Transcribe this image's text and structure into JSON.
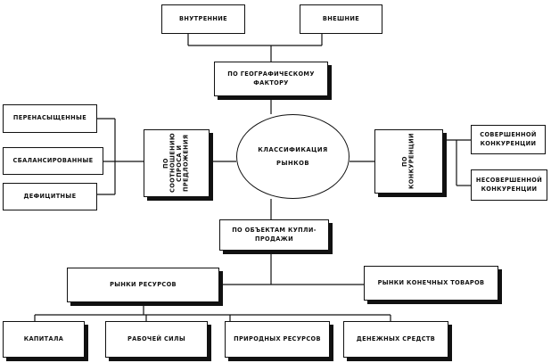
{
  "center": {
    "line1": "КЛАССИФИКАЦИЯ",
    "line2": "РЫНКОВ"
  },
  "top_boxes": {
    "internal": "ВНУТРЕННИЕ",
    "external": "ВНЕШНИЕ",
    "geography": "ПО ГЕОГРАФИЧЕСКОМУ ФАКТОРУ"
  },
  "left_boxes": {
    "supply_demand": "ПО СООТНОШЕНИЮ СПРОСА И ПРЕДЛОЖЕНИЯ",
    "oversaturated": "ПЕРЕНАСЫЩЕННЫЕ",
    "balanced": "СБАЛАНСИРОВАННЫЕ",
    "deficit": "ДЕФИЦИТНЫЕ"
  },
  "right_boxes": {
    "competition": "ПО КОНКУРЕНЦИИ",
    "perfect": "СОВЕРШЕННОЙ КОНКУРЕНЦИИ",
    "imperfect": "НЕСОВЕРШЕННОЙ КОНКУРЕНЦИИ"
  },
  "bottom_boxes": {
    "objects": "ПО ОБЪЕКТАМ КУПЛИ-ПРОДАЖИ",
    "resources_market": "РЫНКИ РЕСУРСОВ",
    "final_goods": "РЫНКИ КОНЕЧНЫХ ТОВАРОВ",
    "capital": "КАПИТАЛА",
    "labor": "РАБОЧЕЙ СИЛЫ",
    "natural_resources": "ПРИРОДНЫХ РЕСУРСОВ",
    "money": "ДЕНЕЖНЫХ СРЕДСТВ"
  }
}
